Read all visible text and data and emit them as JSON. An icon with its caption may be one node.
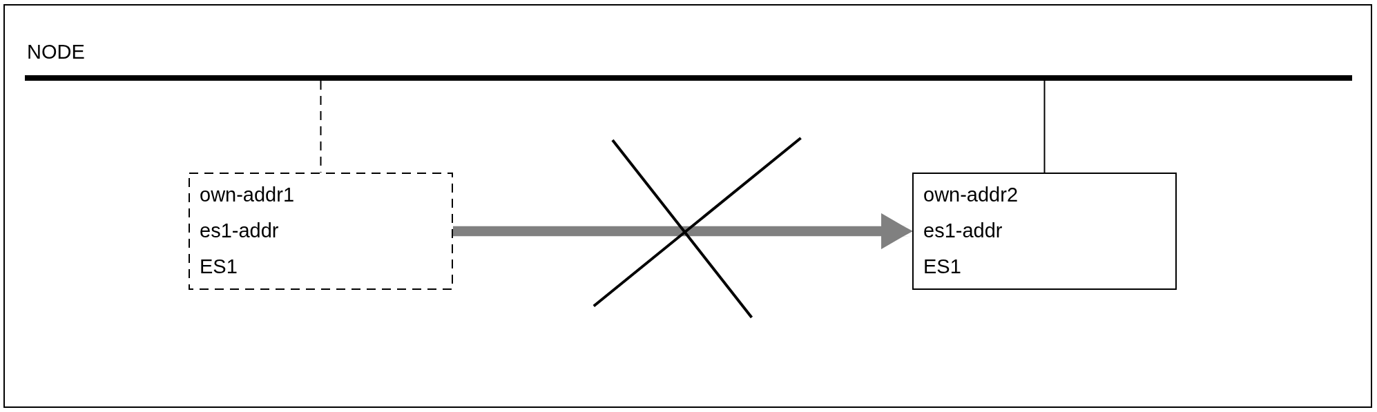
{
  "diagram": {
    "nodes": [
      {
        "text": [
          "NODE"
        ]
      },
      {
        "text": [
          "own-addr1",
          "es1-addr",
          "ES1"
        ]
      },
      {
        "text": [
          "own-addr2",
          "es1-addr",
          "ES1"
        ]
      }
    ],
    "edges": [
      {
        "from": 0,
        "to": 1,
        "arrow": "none",
        "style": "dashed"
      },
      {
        "from": 0,
        "to": 2,
        "arrow": "none"
      },
      {
        "from": 1,
        "to": 2,
        "arrow": "to",
        "style": "thick",
        "color": "#808080"
      }
    ]
  }
}
